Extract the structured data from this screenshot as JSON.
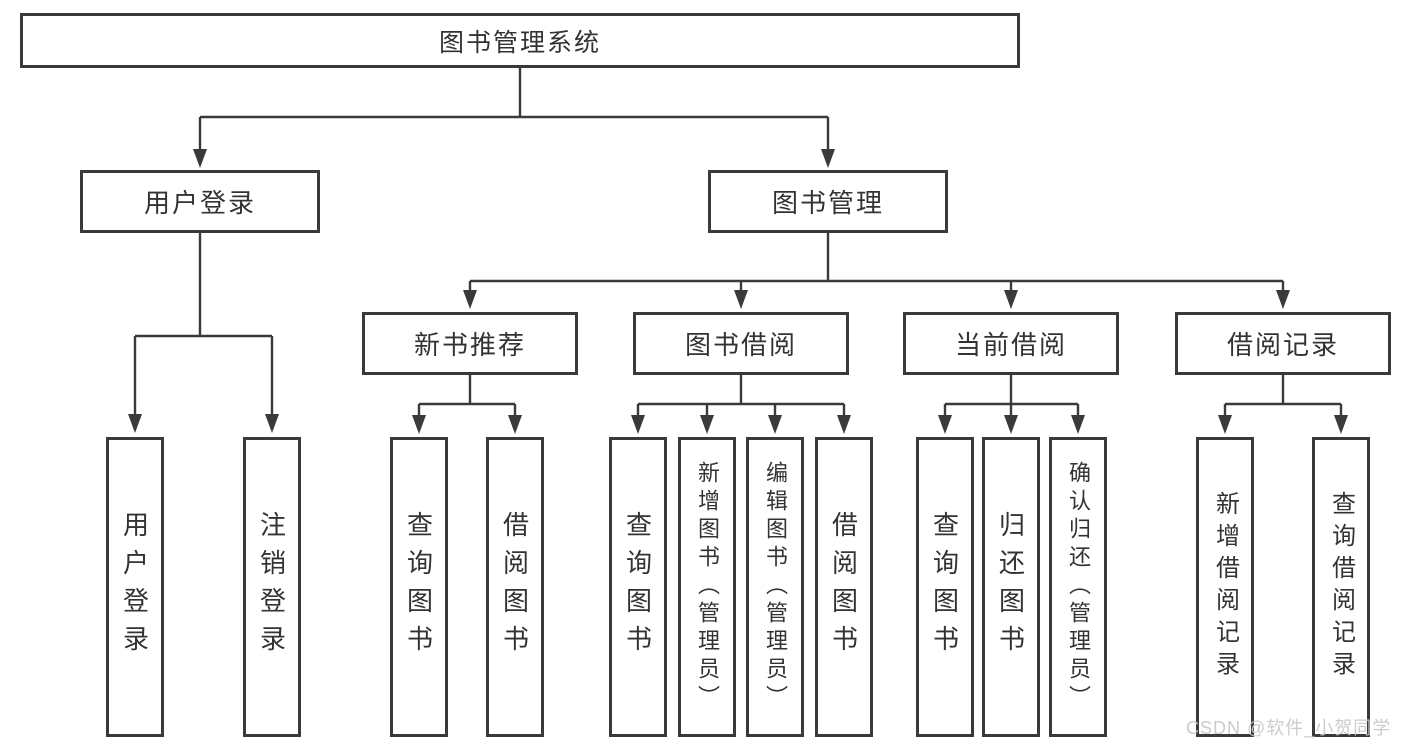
{
  "diagram": {
    "type": "functional-structure-tree",
    "watermark": "CSDN @软件_小贺同学",
    "colors": {
      "line": "#3a3a3a",
      "box_border": "#3a3a3a",
      "text": "#333333",
      "background": "#ffffff",
      "watermark_text": "#c9c7c7"
    },
    "tree": {
      "root": {
        "label": "图书管理系统",
        "children": [
          {
            "label": "用户登录",
            "children": [
              {
                "label": "用户登录"
              },
              {
                "label": "注销登录"
              }
            ]
          },
          {
            "label": "图书管理",
            "children": [
              {
                "label": "新书推荐",
                "children": [
                  {
                    "label": "查询图书"
                  },
                  {
                    "label": "借阅图书"
                  }
                ]
              },
              {
                "label": "图书借阅",
                "children": [
                  {
                    "label": "查询图书"
                  },
                  {
                    "label": "新增图书（管理员）"
                  },
                  {
                    "label": "编辑图书（管理员）"
                  },
                  {
                    "label": "借阅图书"
                  }
                ]
              },
              {
                "label": "当前借阅",
                "children": [
                  {
                    "label": "查询图书"
                  },
                  {
                    "label": "归还图书"
                  },
                  {
                    "label": "确认归还（管理员）"
                  }
                ]
              },
              {
                "label": "借阅记录",
                "children": [
                  {
                    "label": "新增借阅记录"
                  },
                  {
                    "label": "查询借阅记录"
                  }
                ]
              }
            ]
          }
        ]
      }
    }
  }
}
